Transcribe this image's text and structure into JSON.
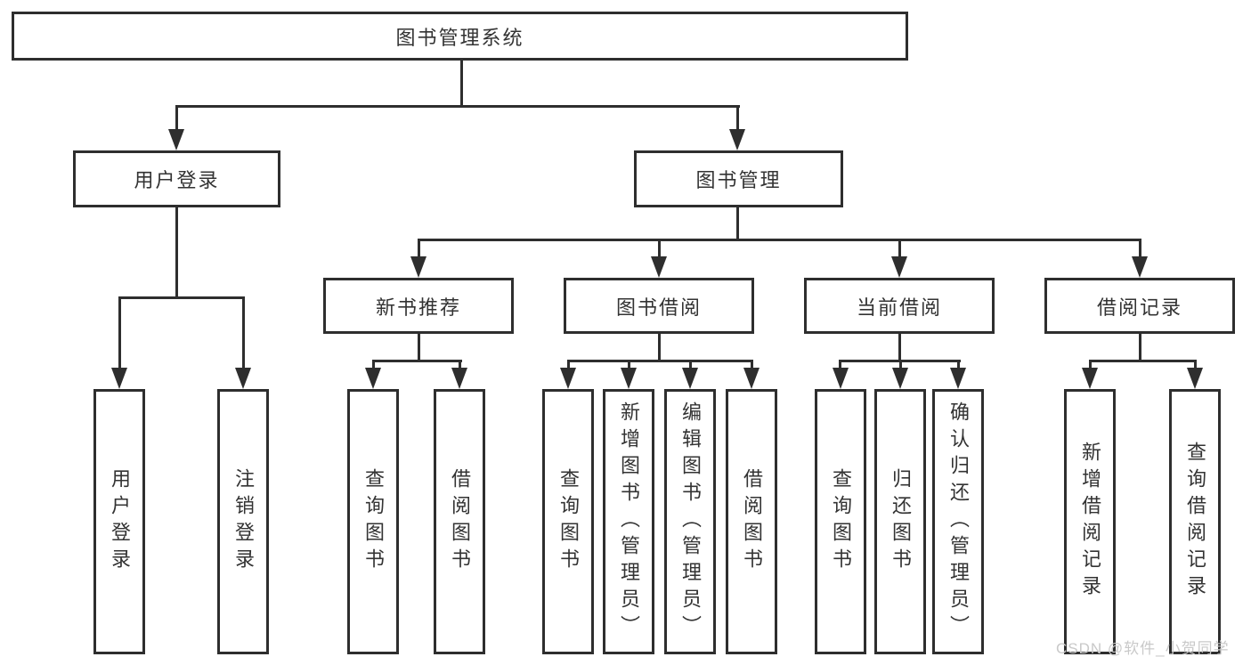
{
  "nodes": {
    "root": "图书管理系统",
    "user_login": "用户登录",
    "book_mgmt": "图书管理",
    "new_book_rec": "新书推荐",
    "book_borrow": "图书借阅",
    "current_borrow": "当前借阅",
    "borrow_record": "借阅记录",
    "ul_user_login": "用户登录",
    "ul_logout": "注销登录",
    "nb_query_book": "查询图书",
    "nb_borrow_book": "借阅图书",
    "bb_query_book": "查询图书",
    "bb_add_book": "新增图书（管理员）",
    "bb_edit_book": "编辑图书（管理员）",
    "bb_borrow_book": "借阅图书",
    "cb_query_book": "查询图书",
    "cb_return_book": "归还图书",
    "cb_confirm_return": "确认归还（管理员）",
    "br_add_record": "新增借阅记录",
    "br_query_record": "查询借阅记录"
  },
  "watermark": "CSDN @软件_小贺同学",
  "colors": {
    "line": "#2e2e2e",
    "text": "#333333",
    "watermark": "#c9c9c9",
    "background": "#ffffff"
  }
}
